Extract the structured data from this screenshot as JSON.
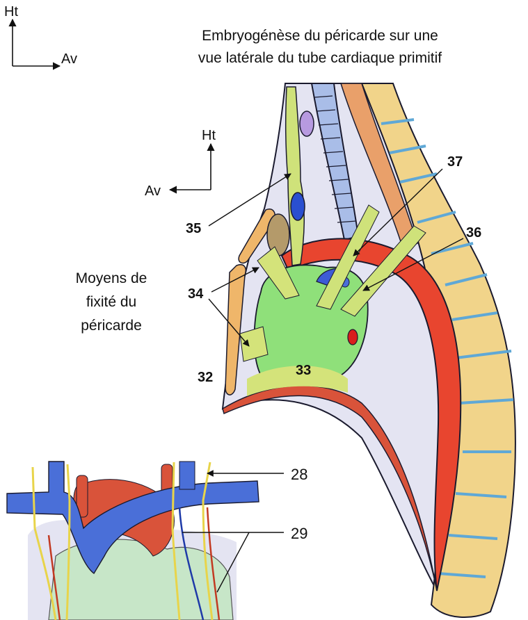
{
  "title": {
    "line1": "Embryogénèse du péricarde sur une",
    "line2": "vue latérale du tube cardiaque primitif"
  },
  "caption": {
    "line1": "Moyens de",
    "line2": "fixité du",
    "line3": "péricarde"
  },
  "orientation_top_left": {
    "up": "Ht",
    "forward": "Av"
  },
  "orientation_inner": {
    "up": "Ht",
    "forward": "Av"
  },
  "labels": {
    "l28": "28",
    "l29": "29",
    "l32": "32",
    "l33": "33",
    "l34": "34",
    "l35": "35",
    "l36": "36",
    "l37": "37"
  },
  "colors": {
    "spine_yellow": "#f1d48a",
    "disc_blue": "#7fbfe0",
    "aorta_red": "#e8452f",
    "pericardium_green": "#8fe07a",
    "ligament_yellowgreen": "#cfe27a",
    "vein_blue": "#4a6fd8",
    "artery_red": "#d9533a",
    "cavity_lavender": "#e4e4f2",
    "heart_mint": "#c7e6c8"
  }
}
